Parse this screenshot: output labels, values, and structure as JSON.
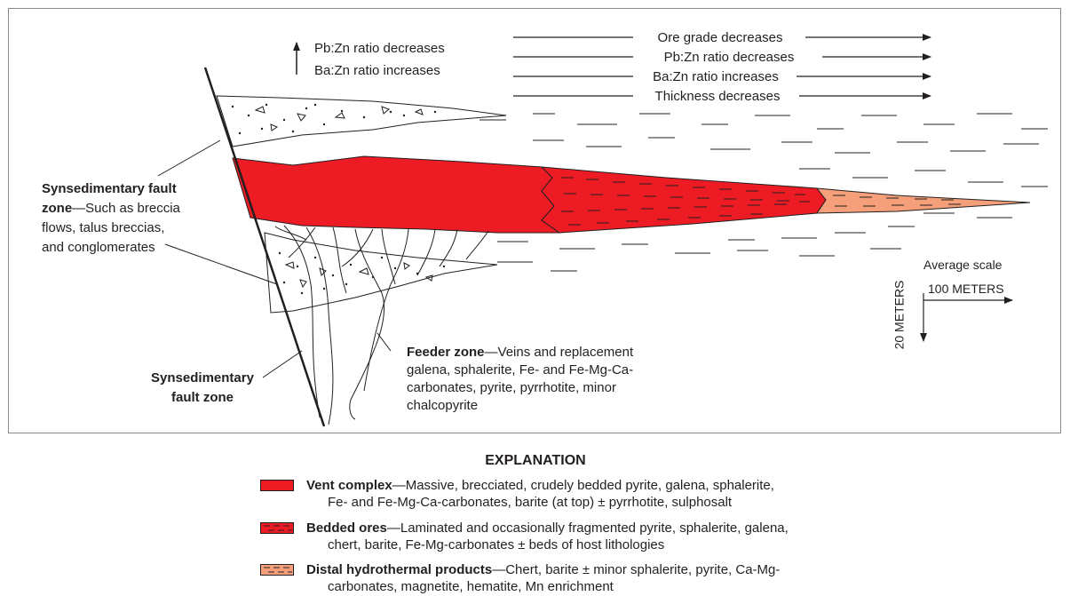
{
  "diagram": {
    "up_arrow_text": [
      "Pb:Zn ratio decreases",
      "Ba:Zn ratio increases"
    ],
    "right_arrow_text": [
      "Ore grade decreases",
      "Pb:Zn ratio decreases",
      "Ba:Zn ratio increases",
      "Thickness decreases"
    ],
    "fault_zone_upper": {
      "title": "Synsedimentary fault zone",
      "title_line1": "Synsedimentary fault",
      "title_line2": "zone",
      "desc_line1": "—Such as breccia",
      "desc_line2": "flows, talus breccias,",
      "desc_line3": "and conglomerates"
    },
    "fault_zone_lower": {
      "line1": "Synsedimentary",
      "line2": "fault zone"
    },
    "feeder_zone": {
      "title": "Feeder zone",
      "desc_line1": "—Veins and replacement",
      "desc_line2": "galena, sphalerite, Fe- and Fe-Mg-Ca-",
      "desc_line3": "carbonates, pyrite, pyrrhotite, minor",
      "desc_line4": "chalcopyrite"
    },
    "scale": {
      "title": "Average scale",
      "horizontal": "100 METERS",
      "vertical": "20 METERS"
    }
  },
  "explanation": {
    "title": "EXPLANATION",
    "items": [
      {
        "name": "Vent complex",
        "line1": "—Massive, brecciated, crudely bedded pyrite, galena, sphalerite,",
        "line2": "Fe- and Fe-Mg-Ca-carbonates, barite (at top) ± pyrrhotite, sulphosalt",
        "color": "#ed1c24"
      },
      {
        "name": "Bedded ores",
        "line1": "—Laminated and occasionally fragmented pyrite, sphalerite, galena,",
        "line2": "chert, barite, Fe-Mg-carbonates ± beds of host lithologies",
        "color": "#ed1c24"
      },
      {
        "name": "Distal hydrothermal products",
        "line1": "—Chert, barite ± minor sphalerite, pyrite, Ca-Mg-",
        "line2": "carbonates, magnetite, hematite, Mn enrichment",
        "color": "#f5a07a"
      }
    ]
  },
  "colors": {
    "vent": "#ed1c24",
    "distal": "#f5a07a",
    "line": "#231f20",
    "frame": "#8a8a8a"
  }
}
